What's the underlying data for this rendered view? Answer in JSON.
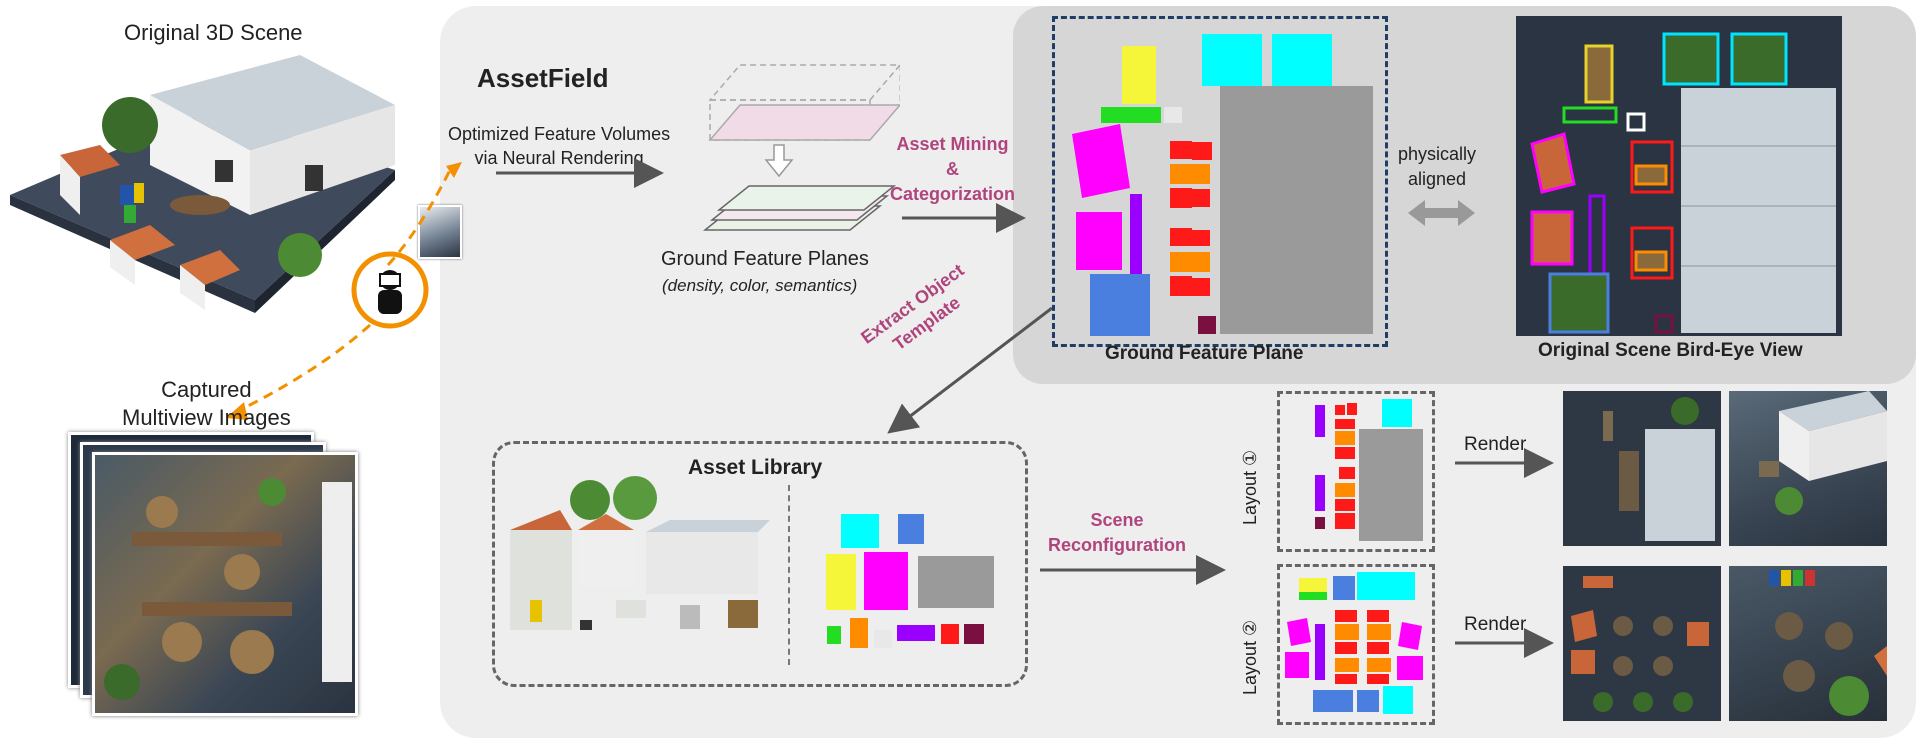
{
  "labels": {
    "original_scene": "Original 3D Scene",
    "captured_images": "Captured\nMultiview Images",
    "assetfield": "AssetField",
    "optimized_volumes": "Optimized Feature Volumes\nvia Neural Rendering",
    "ground_planes": "Ground Feature Planes",
    "ground_planes_sub": "(density, color, semantics)",
    "asset_mining": "Asset Mining\n&\nCategorization",
    "ground_feature_plane": "Ground Feature Plane",
    "physically_aligned": "physically\naligned",
    "bird_eye": "Original Scene Bird-Eye View",
    "extract_template": "Extract Object\nTemplate",
    "asset_library": "Asset Library",
    "scene_reconfig": "Scene\nReconfiguration",
    "layout1": "Layout ①",
    "layout2": "Layout ②",
    "render1": "Render",
    "render2": "Render"
  },
  "colors": {
    "accent": "#b0457e",
    "main_panel": "#eeeeee",
    "right_panel": "#d6d6d6",
    "dashed_blue": "#1f3d66",
    "cyan": "#00ffff",
    "yellow": "#f5f53a",
    "green": "#22dd22",
    "magenta": "#ff00ff",
    "purple": "#9b00ff",
    "red": "#ff1a1a",
    "orange": "#ff8c00",
    "blue": "#4a7fe0",
    "gray": "#9a9a9a",
    "maroon": "#7a1040"
  },
  "icons": [
    "camera-person-icon",
    "camera-image-icon"
  ]
}
